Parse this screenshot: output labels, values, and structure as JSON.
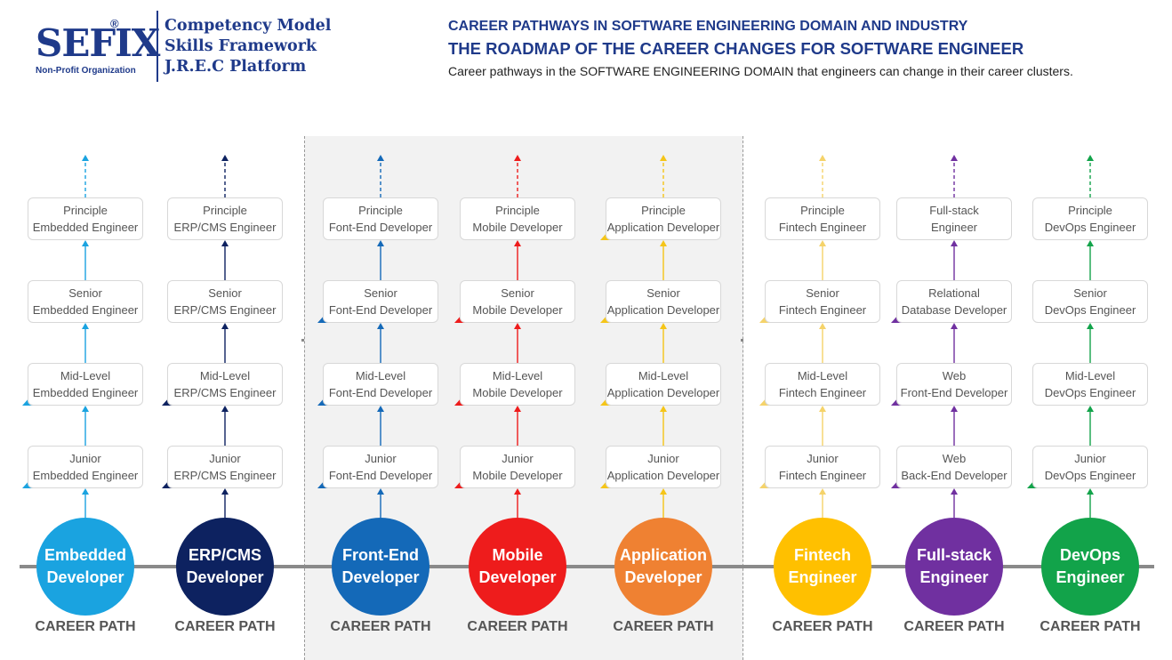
{
  "logo": {
    "word": "SEFIX",
    "registered": "®",
    "subtitle": "Non-Profit Organization"
  },
  "framework": {
    "line1": "Competency Model",
    "line2": "Skills Framework",
    "line3": "J.R.E.C Platform"
  },
  "header": {
    "title1": "CAREER PATHWAYS IN SOFTWARE ENGINEERING DOMAIN AND INDUSTRY",
    "title2": "THE ROADMAP OF THE CAREER CHANGES FOR SOFTWARE ENGINEER",
    "subtitle": "Career pathways in the SOFTWARE ENGINEERING DOMAIN that engineers can change in their career clusters."
  },
  "career_path_label": "CAREER PATH",
  "colors": {
    "band": "#f2f2f2",
    "timeline": "#8a8a8a",
    "heading": "#1f3a8a"
  },
  "paths": [
    {
      "name1": "Embedded",
      "name2": "Developer",
      "color": "#1aa3e0",
      "markers": [
        false,
        false,
        true,
        true
      ],
      "levels": [
        {
          "l1": "Principle",
          "l2": "Embedded Engineer"
        },
        {
          "l1": "Senior",
          "l2": "Embedded Engineer"
        },
        {
          "l1": "Mid-Level",
          "l2": "Embedded Engineer"
        },
        {
          "l1": "Junior",
          "l2": "Embedded Engineer"
        }
      ]
    },
    {
      "name1": "ERP/CMS",
      "name2": "Developer",
      "color": "#0d2260",
      "markers": [
        false,
        false,
        true,
        true
      ],
      "levels": [
        {
          "l1": "Principle",
          "l2": "ERP/CMS Engineer"
        },
        {
          "l1": "Senior",
          "l2": "ERP/CMS Engineer"
        },
        {
          "l1": "Mid-Level",
          "l2": "ERP/CMS Engineer"
        },
        {
          "l1": "Junior",
          "l2": "ERP/CMS Engineer"
        }
      ]
    },
    {
      "name1": "Front-End",
      "name2": "Developer",
      "color": "#1469b8",
      "markers": [
        false,
        true,
        true,
        true
      ],
      "levels": [
        {
          "l1": "Principle",
          "l2": "Font-End Developer"
        },
        {
          "l1": "Senior",
          "l2": "Font-End Developer"
        },
        {
          "l1": "Mid-Level",
          "l2": "Font-End Developer"
        },
        {
          "l1": "Junior",
          "l2": "Font-End Developer"
        }
      ]
    },
    {
      "name1": "Mobile",
      "name2": "Developer",
      "color": "#ee1c1c",
      "markers": [
        false,
        true,
        true,
        true
      ],
      "levels": [
        {
          "l1": "Principle",
          "l2": "Mobile Developer"
        },
        {
          "l1": "Senior",
          "l2": "Mobile Developer"
        },
        {
          "l1": "Mid-Level",
          "l2": "Mobile Developer"
        },
        {
          "l1": "Junior",
          "l2": "Mobile Developer"
        }
      ]
    },
    {
      "name1": "Application",
      "name2": "Developer",
      "color": "#ef8132",
      "arrow": "#f5c518",
      "markers": [
        true,
        true,
        true,
        true
      ],
      "levels": [
        {
          "l1": "Principle",
          "l2": "Application Developer"
        },
        {
          "l1": "Senior",
          "l2": "Application Developer"
        },
        {
          "l1": "Mid-Level",
          "l2": "Application Developer"
        },
        {
          "l1": "Junior",
          "l2": "Application Developer"
        }
      ]
    },
    {
      "name1": "Fintech",
      "name2": "Engineer",
      "color": "#ffc000",
      "arrow": "#f5d36a",
      "markers": [
        false,
        true,
        true,
        true
      ],
      "levels": [
        {
          "l1": "Principle",
          "l2": "Fintech Engineer"
        },
        {
          "l1": "Senior",
          "l2": "Fintech Engineer"
        },
        {
          "l1": "Mid-Level",
          "l2": "Fintech Engineer"
        },
        {
          "l1": "Junior",
          "l2": "Fintech Engineer"
        }
      ]
    },
    {
      "name1": "Full-stack",
      "name2": "Engineer",
      "color": "#7030a0",
      "markers": [
        false,
        true,
        true,
        true
      ],
      "levels": [
        {
          "l1": "Full-stack",
          "l2": "Engineer"
        },
        {
          "l1": "Relational",
          "l2": "Database Developer"
        },
        {
          "l1": "Web",
          "l2": "Front-End Developer"
        },
        {
          "l1": "Web",
          "l2": "Back-End Developer"
        }
      ]
    },
    {
      "name1": "DevOps",
      "name2": "Engineer",
      "color": "#12a34a",
      "markers": [
        false,
        false,
        false,
        true
      ],
      "levels": [
        {
          "l1": "Principle",
          "l2": "DevOps Engineer"
        },
        {
          "l1": "Senior",
          "l2": "DevOps Engineer"
        },
        {
          "l1": "Mid-Level",
          "l2": "DevOps Engineer"
        },
        {
          "l1": "Junior",
          "l2": "DevOps Engineer"
        }
      ]
    }
  ]
}
